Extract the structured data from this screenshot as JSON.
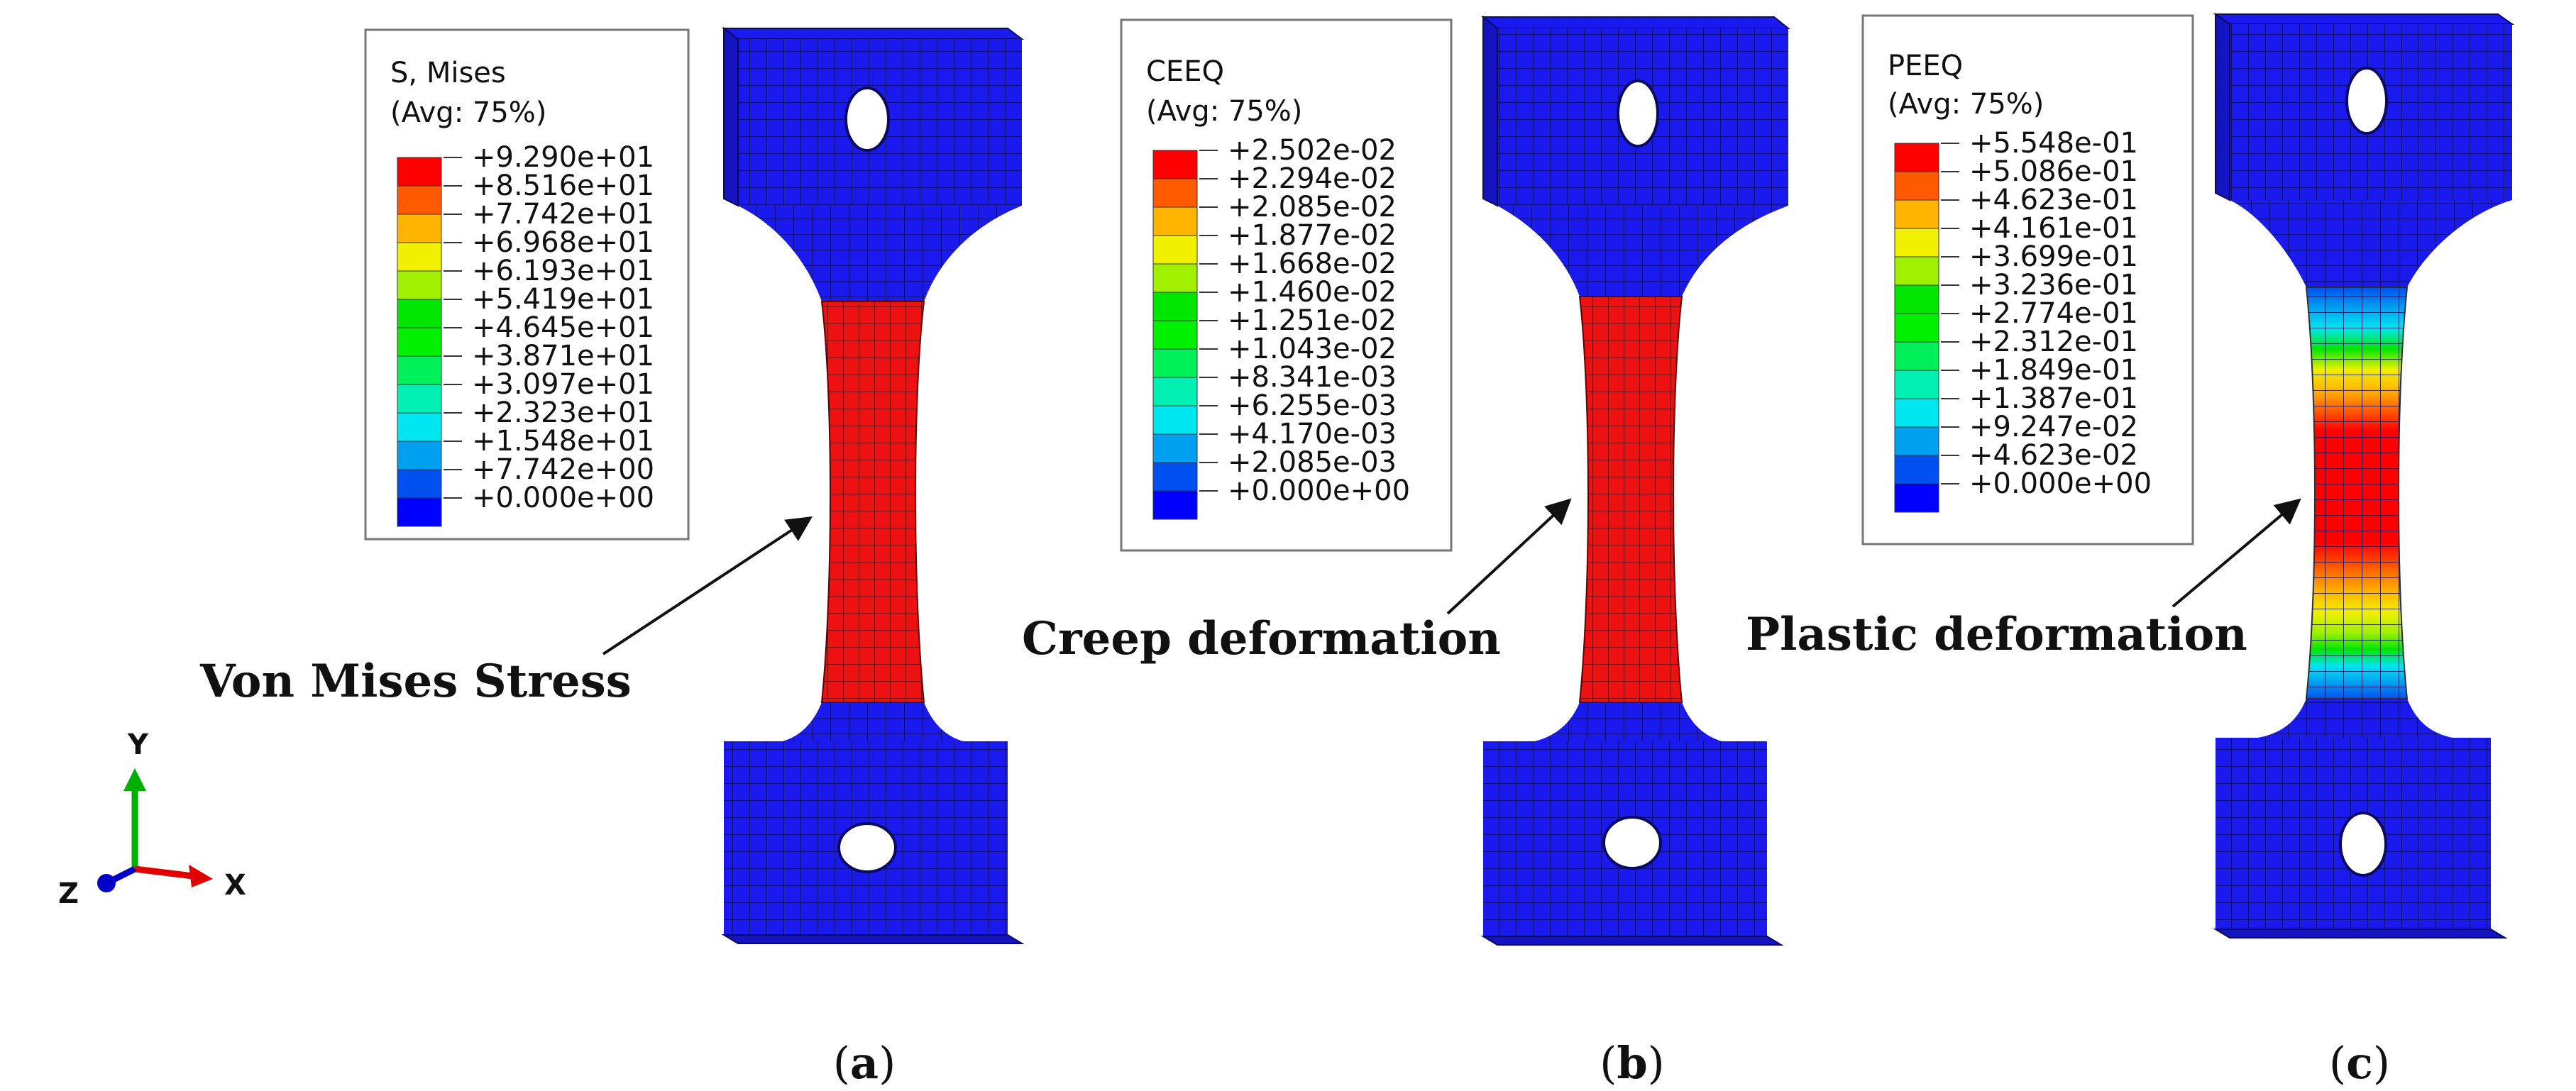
{
  "panels": [
    {
      "id": "a",
      "legend": {
        "title_line1": "S, Mises",
        "title_line2": "(Avg: 75%)",
        "values": [
          "+9.290e+01",
          "+8.516e+01",
          "+7.742e+01",
          "+6.968e+01",
          "+6.193e+01",
          "+5.419e+01",
          "+4.645e+01",
          "+3.871e+01",
          "+3.097e+01",
          "+2.323e+01",
          "+1.548e+01",
          "+7.742e+00",
          "+0.000e+00"
        ]
      },
      "callout": "Von Mises Stress",
      "caption_letter": "a",
      "gauge_mode": "uniform"
    },
    {
      "id": "b",
      "legend": {
        "title_line1": "CEEQ",
        "title_line2": "(Avg: 75%)",
        "values": [
          "+2.502e-02",
          "+2.294e-02",
          "+2.085e-02",
          "+1.877e-02",
          "+1.668e-02",
          "+1.460e-02",
          "+1.251e-02",
          "+1.043e-02",
          "+8.341e-03",
          "+6.255e-03",
          "+4.170e-03",
          "+2.085e-03",
          "+0.000e+00"
        ]
      },
      "callout": "Creep deformation",
      "caption_letter": "b",
      "gauge_mode": "uniform"
    },
    {
      "id": "c",
      "legend": {
        "title_line1": "PEEQ",
        "title_line2": "(Avg: 75%)",
        "values": [
          "+5.548e-01",
          "+5.086e-01",
          "+4.623e-01",
          "+4.161e-01",
          "+3.699e-01",
          "+3.236e-01",
          "+2.774e-01",
          "+2.312e-01",
          "+1.849e-01",
          "+1.387e-01",
          "+9.247e-02",
          "+4.623e-02",
          "+0.000e+00"
        ]
      },
      "callout": "Plastic deformation",
      "caption_letter": "c",
      "gauge_mode": "gradient"
    }
  ],
  "colorbar": [
    "#ff0000",
    "#ff5a00",
    "#ffb400",
    "#f0f000",
    "#a0f000",
    "#00e600",
    "#00f000",
    "#00f05a",
    "#00f0b4",
    "#00e6f0",
    "#00a0f0",
    "#0050f0",
    "#0000ff"
  ],
  "triad": {
    "y_label": "Y",
    "x_label": "X",
    "z_label": "Z",
    "y_color": "#00b000",
    "x_color": "#e00000",
    "z_color": "#0000c8"
  },
  "mesh_colors": {
    "base": "#1a1aee",
    "line": "#0a0a60",
    "stress": "#ee1111"
  }
}
